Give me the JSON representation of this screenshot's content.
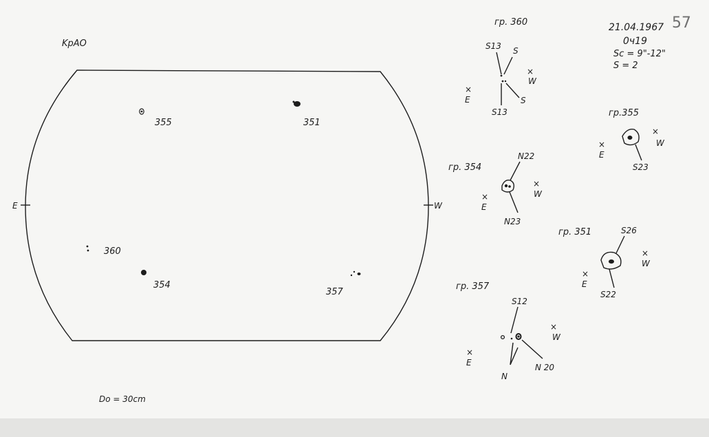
{
  "header": {
    "observatory": "KpAO",
    "date": "21.04.1967",
    "time": "0ч19",
    "seeing": "Sc = 9\"-12\"",
    "s_value": "S = 2",
    "page_number": "57"
  },
  "disk": {
    "east": "E",
    "west": "W",
    "diameter": "Do = 30cm",
    "groups": [
      {
        "label": "355"
      },
      {
        "label": "351"
      },
      {
        "label": "360"
      },
      {
        "label": "354"
      },
      {
        "label": "357"
      }
    ]
  },
  "insets": {
    "g360": {
      "title": "гр. 360",
      "s13_top": "S13",
      "s_right": "S",
      "s_lower": "S",
      "s13_bottom": "S13",
      "e": "E",
      "w": "W"
    },
    "g355": {
      "title": "гр.355",
      "s23": "S23",
      "e": "E",
      "w": "W"
    },
    "g354": {
      "title": "гр. 354",
      "n22": "N22",
      "n23": "N23",
      "e": "E",
      "w": "W"
    },
    "g351": {
      "title": "гр. 351",
      "s26": "S26",
      "s22": "S22",
      "e": "E",
      "w": "W"
    },
    "g357": {
      "title": "гр. 357",
      "s12": "S12",
      "n20": "N 20",
      "n": "N",
      "e": "E",
      "w": "W"
    }
  }
}
